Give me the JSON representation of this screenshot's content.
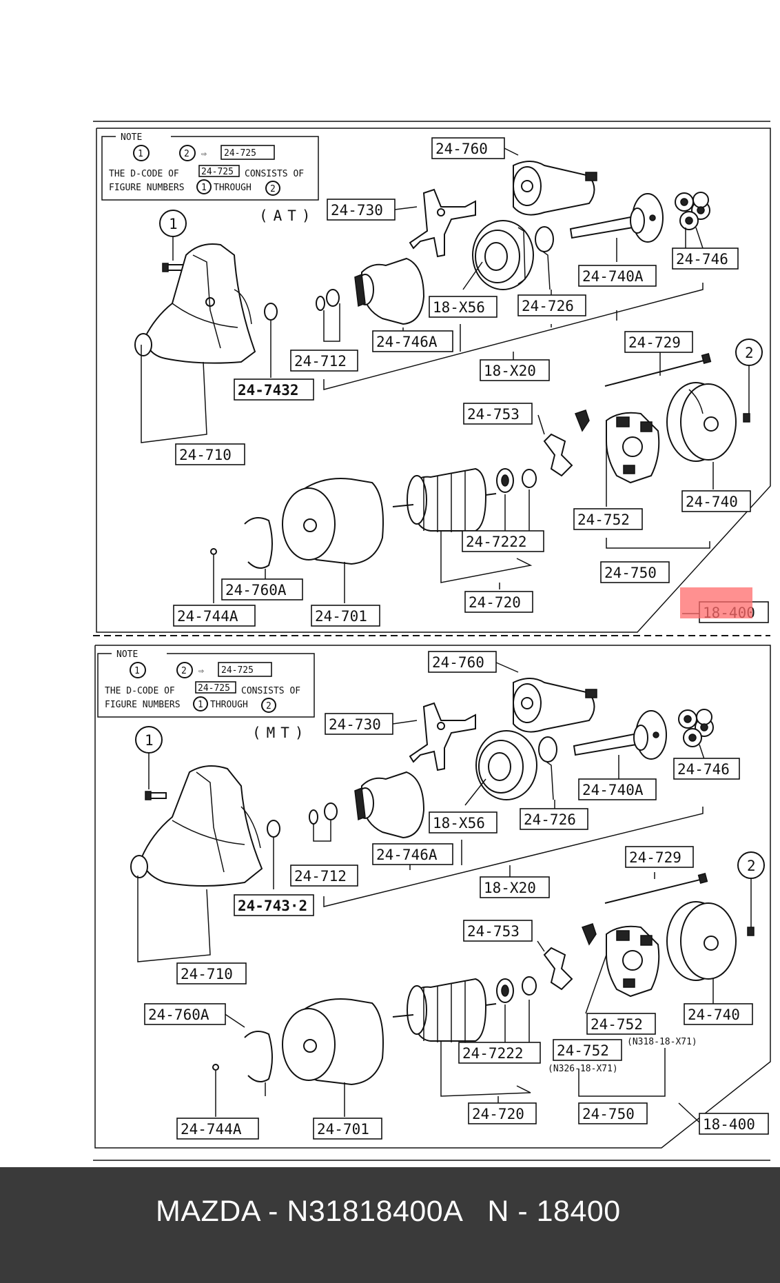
{
  "colors": {
    "highlight": "#ff6b6b",
    "footer_bg": "#3a3a3a",
    "ink": "#111111"
  },
  "panels": [
    {
      "variant": "(AT)",
      "note": {
        "heading": "NOTE",
        "range_start": "1",
        "range_end": "2",
        "arrow_code": "24-725",
        "line1_pre": "THE D-CODE OF",
        "line1_code": "24-725",
        "line1_post": "CONSISTS OF",
        "line2_pre": "FIGURE NUMBERS",
        "line2_mid": "THROUGH",
        "line2_n1": "1",
        "line2_n2": "2"
      },
      "callouts": [
        "1",
        "2"
      ],
      "labels": {
        "l24_760": "24-760",
        "l24_730": "24-730",
        "l24_746": "24-746",
        "l24_740A": "24-740A",
        "l18_X56": "18-X56",
        "l24_726": "24-726",
        "l24_746A": "24-746A",
        "l24_712": "24-712",
        "l18_X20": "18-X20",
        "l24_7432": "24-7432",
        "l24_729": "24-729",
        "l24_753": "24-753",
        "l24_710": "24-710",
        "l24_740": "24-740",
        "l24_752": "24-752",
        "l24_7222": "24-7222",
        "l24_750": "24-750",
        "l24_760A": "24-760A",
        "l24_744A": "24-744A",
        "l24_701": "24-701",
        "l24_720": "24-720",
        "l18_400": "18-400"
      }
    },
    {
      "variant": "(MT)",
      "note": {
        "heading": "NOTE",
        "range_start": "1",
        "range_end": "2",
        "arrow_code": "24-725",
        "line1_pre": "THE D-CODE OF",
        "line1_code": "24-725",
        "line1_post": "CONSISTS OF",
        "line2_pre": "FIGURE NUMBERS",
        "line2_mid": "THROUGH",
        "line2_n1": "1",
        "line2_n2": "2"
      },
      "callouts": [
        "1",
        "2"
      ],
      "labels": {
        "l24_760": "24-760",
        "l24_730": "24-730",
        "l24_746": "24-746",
        "l24_740A": "24-740A",
        "l18_X56": "18-X56",
        "l24_726": "24-726",
        "l24_746A": "24-746A",
        "l24_712": "24-712",
        "l18_X20": "18-X20",
        "l24_7432": "24-743·2",
        "l24_729": "24-729",
        "l24_753": "24-753",
        "l24_710": "24-710",
        "l24_740": "24-740",
        "l24_752a": "24-752",
        "l24_752a_note": "(N318-18-X71)",
        "l24_752b": "24-752",
        "l24_752b_note": "(N326-18-X71)",
        "l24_7222": "24-7222",
        "l24_750": "24-750",
        "l24_760A": "24-760A",
        "l24_744A": "24-744A",
        "l24_701": "24-701",
        "l24_720": "24-720",
        "l18_400": "18-400"
      }
    }
  ],
  "footer": {
    "text": "MAZDA - N31818400A   N - 18400"
  }
}
